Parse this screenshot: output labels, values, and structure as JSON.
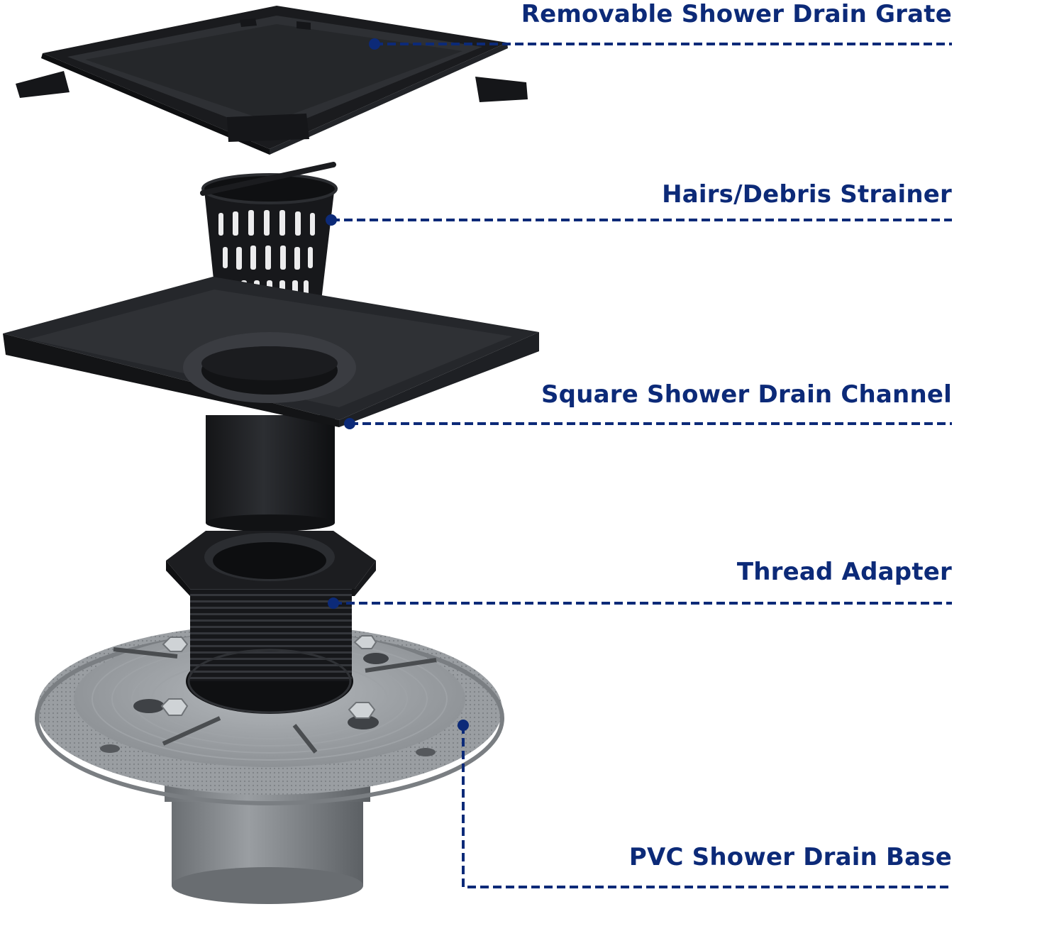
{
  "colors": {
    "label_text": "#0c2a78",
    "leader_line": "#0c2a78",
    "part_black": "#1b1c1e",
    "part_gray": "#8e9296"
  },
  "parts": [
    {
      "id": "grate",
      "label": "Removable Shower Drain Grate",
      "icon": "square-grate-icon"
    },
    {
      "id": "strainer",
      "label": "Hairs/Debris Strainer",
      "icon": "basket-strainer-icon"
    },
    {
      "id": "channel",
      "label": "Square Shower Drain Channel",
      "icon": "square-channel-icon"
    },
    {
      "id": "adapter",
      "label": "Thread Adapter",
      "icon": "threaded-hex-adapter-icon"
    },
    {
      "id": "base",
      "label": "PVC Shower Drain Base",
      "icon": "pvc-flange-base-icon"
    }
  ]
}
